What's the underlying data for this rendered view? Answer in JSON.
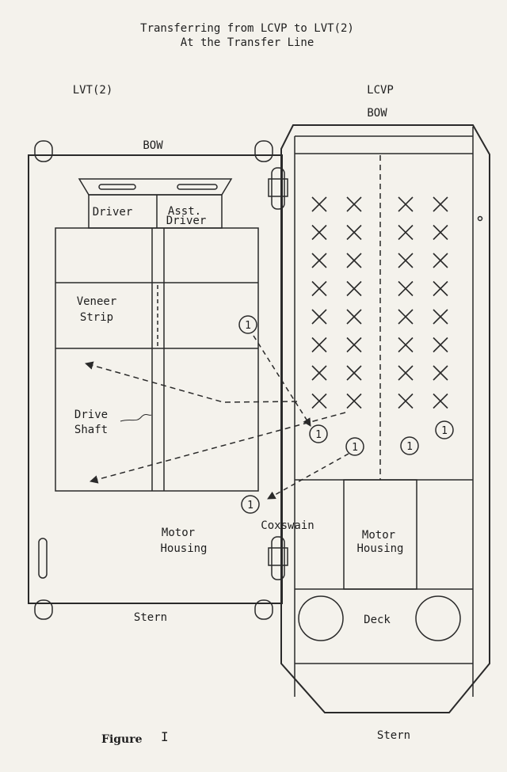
{
  "title_line1": "Transferring from LCVP to LVT(2)",
  "title_line2": "At the Transfer Line",
  "lvt": {
    "label": "LVT(2)",
    "bow": "BOW",
    "driver": "Driver",
    "asst_driver_line1": "Asst.",
    "asst_driver_line2": "Driver",
    "veneer_line1": "Veneer",
    "veneer_line2": "Strip",
    "drive_line1": "Drive",
    "drive_line2": "Shaft",
    "motor_line1": "Motor",
    "motor_line2": "Housing",
    "stern": "Stern"
  },
  "lcvp": {
    "label": "LCVP",
    "bow": "BOW",
    "coxswain": "Coxswain",
    "motor_line1": "Motor",
    "motor_line2": "Housing",
    "deck": "Deck",
    "stern": "Stern",
    "troop_rows": 8,
    "troop_cols": 4,
    "troop_mark": "X"
  },
  "marker_label": "1",
  "figure_label": "Figure",
  "figure_number": "I"
}
